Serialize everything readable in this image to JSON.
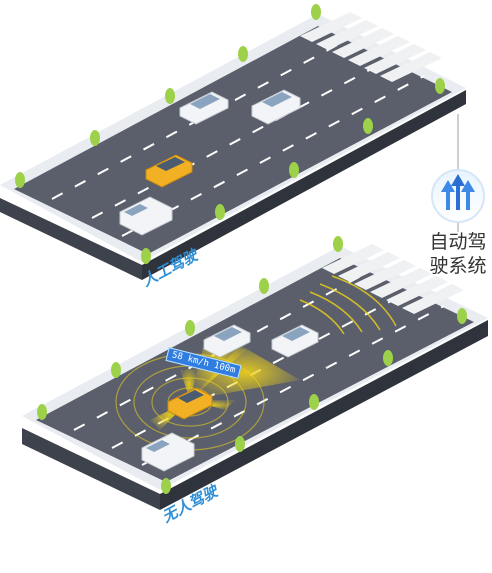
{
  "labels": {
    "manual_driving": "人工驾驶",
    "autonomous_driving": "无人驾驶",
    "system_line1": "自动驾",
    "system_line2": "驶系统",
    "speed_readout": "58 km/h  100m"
  },
  "colors": {
    "road": "#5a5f6b",
    "road_edge": "#e9ecf0",
    "road_side": "#3e424c",
    "lane_mark": "#ffffff",
    "taxi": "#f2b124",
    "car_white": "#f2f4f7",
    "tree": "#9ed14a",
    "sensor": "#f0d21a",
    "label_blue": "#2e8fd6",
    "system_icon": "#3c89e6"
  },
  "icons": {
    "system": "upward-arrows-icon",
    "tree": "bush-icon"
  }
}
